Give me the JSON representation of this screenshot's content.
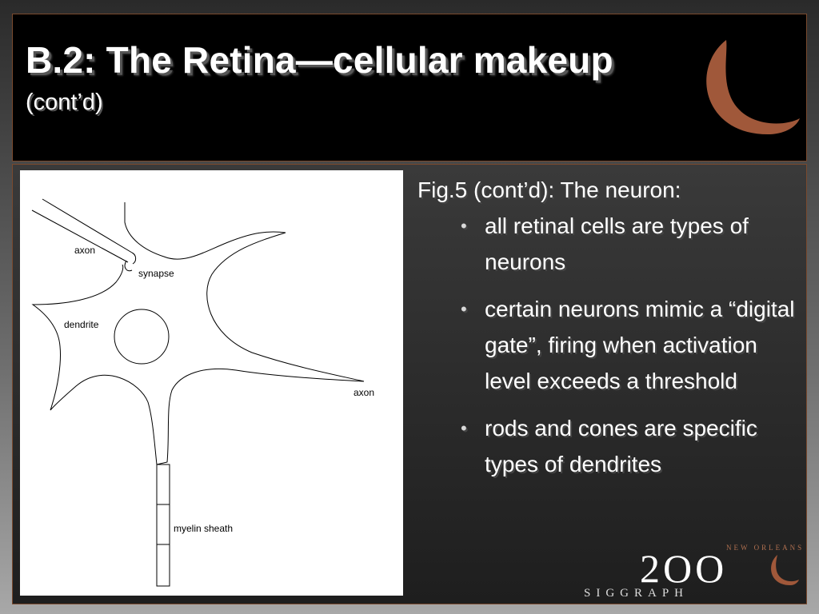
{
  "slide": {
    "title": "B.2: The Retina—cellular makeup",
    "subtitle": "(cont’d)"
  },
  "figure": {
    "labels": {
      "axon_top": "axon",
      "synapse": "synapse",
      "dendrite": "dendrite",
      "axon_right": "axon",
      "myelin": "myelin sheath"
    }
  },
  "content": {
    "heading": "Fig.5 (cont’d): The neuron:",
    "bullets": [
      "all retinal cells are types of neurons",
      "certain neurons mimic a “digital gate”, firing when activation level exceeds a threshold",
      "rods and cones are specific types of dendrites"
    ]
  },
  "logo": {
    "top_text": "NEW ORLEANS",
    "digits": "2OO",
    "bottom_text": "SIGGRAPH"
  },
  "colors": {
    "accent": "#a0583a",
    "title_bar": "#000000",
    "text": "#ffffff"
  }
}
